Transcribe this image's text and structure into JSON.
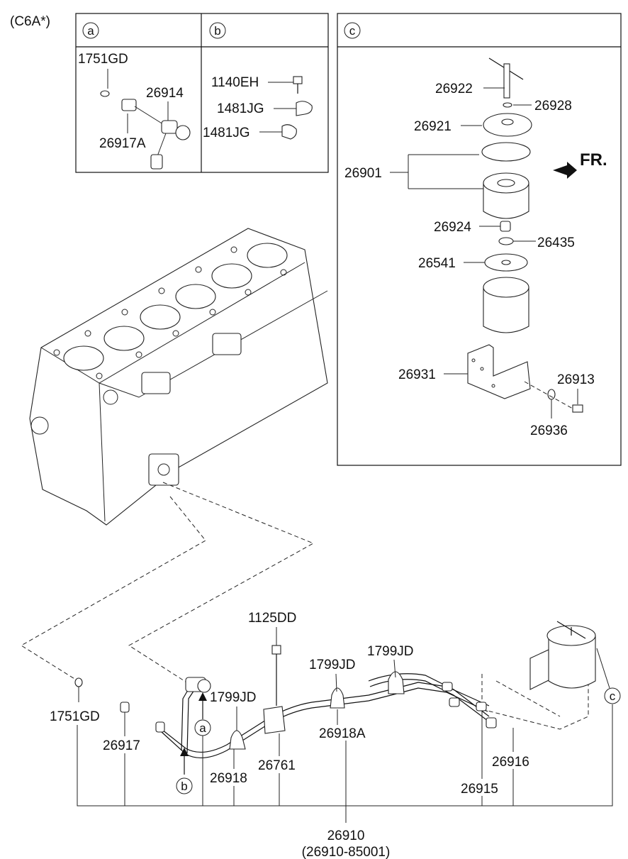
{
  "header": {
    "variant": "(C6A*)"
  },
  "panels": {
    "a": {
      "marker": "a",
      "parts": [
        "1751GD",
        "26914",
        "26917A"
      ]
    },
    "b": {
      "marker": "b",
      "parts": [
        "1140EH",
        "1481JG",
        "1481JG"
      ]
    },
    "c": {
      "marker": "c",
      "parts": [
        "26922",
        "26928",
        "26921",
        "26901",
        "26924",
        "26435",
        "26541",
        "26931",
        "26913",
        "26936"
      ]
    }
  },
  "direction": {
    "label": "FR."
  },
  "main": {
    "parts": [
      "1125DD",
      "1799JD",
      "1799JD",
      "1751GD",
      "26917",
      "1799JD",
      "26918A",
      "26918",
      "26761",
      "26916",
      "26915"
    ],
    "markers": [
      "a",
      "b",
      "c"
    ],
    "assembly": {
      "number": "26910",
      "sub_number": "(26910-85001)"
    }
  }
}
